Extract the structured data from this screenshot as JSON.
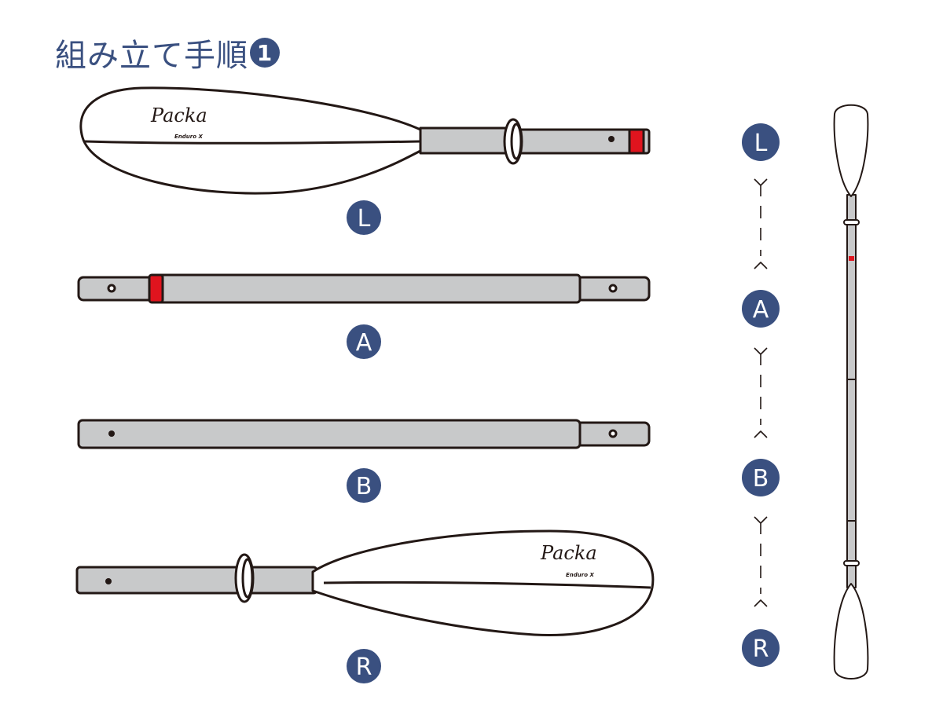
{
  "title": {
    "text": "組み立て手順",
    "step": "1"
  },
  "parts": [
    {
      "label": "L",
      "brand": "Packa",
      "model": "Enduro X"
    },
    {
      "label": "A"
    },
    {
      "label": "B"
    },
    {
      "label": "R",
      "brand": "Packa",
      "model": "Enduro X"
    }
  ],
  "sequence": [
    "L",
    "A",
    "B",
    "R"
  ],
  "colors": {
    "accent": "#3a5080",
    "shaft": "#c8c9ca",
    "band": "#e0141e",
    "outline": "#231815"
  }
}
